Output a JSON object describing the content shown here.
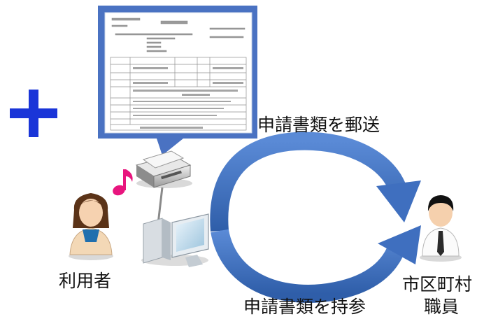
{
  "labels": {
    "user": "利用者",
    "mail_flow": "申請書類を郵送",
    "bring_flow": "申請書類を持参",
    "staff_line1": "市区町村",
    "staff_line2": "職員"
  },
  "icons": {
    "plus": "plus-icon",
    "document": "application-form-icon",
    "printer": "printer-icon",
    "computer": "computer-icon",
    "note": "music-note-icon",
    "user": "user-woman-icon",
    "staff": "staff-man-icon"
  },
  "colors": {
    "plus": "#1a35d8",
    "callout": "#4a72c2",
    "arrow": "#3f6fbf",
    "note": "#e8157e"
  }
}
